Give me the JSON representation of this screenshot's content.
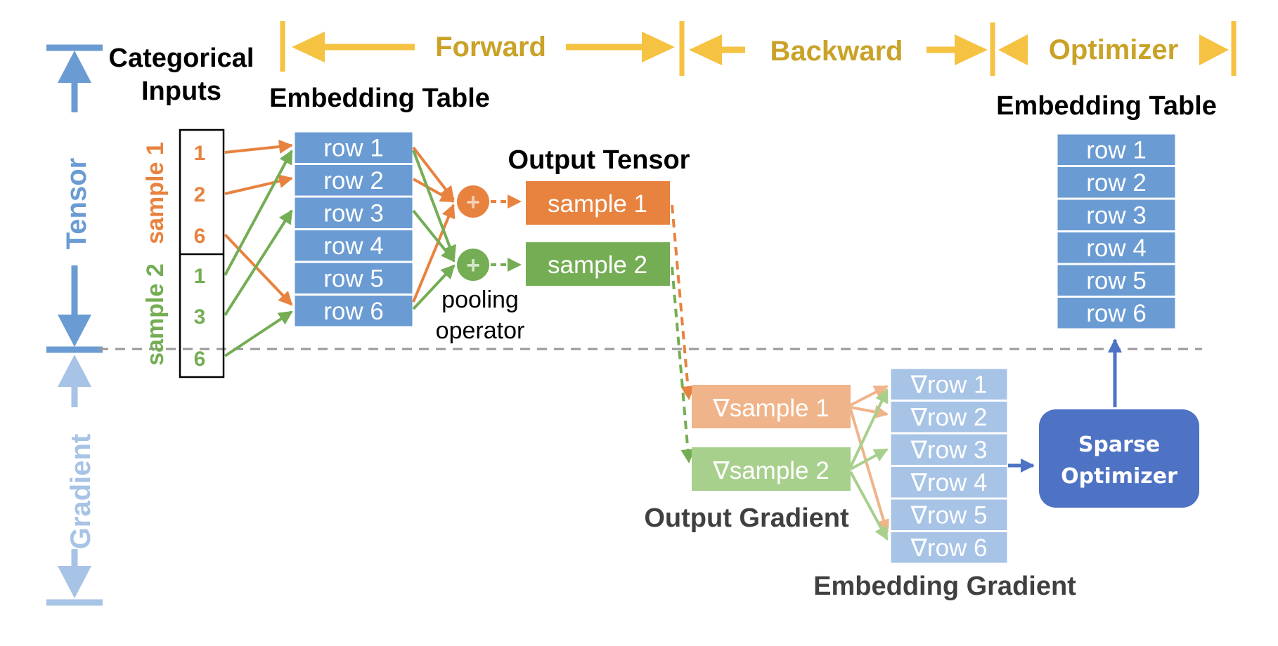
{
  "phases": {
    "forward": "Forward",
    "backward": "Backward",
    "optimizer": "Optimizer"
  },
  "axis": {
    "tensor": "Tensor",
    "gradient": "Gradient"
  },
  "inputs": {
    "title_line1": "Categorical",
    "title_line2": "Inputs",
    "sample1_label": "sample 1",
    "sample2_label": "sample 2",
    "sample1_indices": [
      "1",
      "2",
      "6"
    ],
    "sample2_indices": [
      "1",
      "3",
      "6"
    ]
  },
  "embedding_table_left": {
    "title": "Embedding Table",
    "rows": [
      "row 1",
      "row 2",
      "row 3",
      "row 4",
      "row 5",
      "row 6"
    ]
  },
  "output_tensor": {
    "title": "Output Tensor",
    "sample1": "sample 1",
    "sample2": "sample 2",
    "pooling_line1": "pooling",
    "pooling_line2": "operator",
    "plus_symbol": "+"
  },
  "output_gradient": {
    "title": "Output Gradient",
    "sample1": "∇sample 1",
    "sample2": "∇sample 2"
  },
  "embedding_gradient": {
    "title": "Embedding Gradient",
    "rows": [
      "∇row 1",
      "∇row 2",
      "∇row 3",
      "∇row 4",
      "∇row 5",
      "∇row 6"
    ]
  },
  "optimizer": {
    "line1": "Sparse",
    "line2": "Optimizer"
  },
  "embedding_table_right": {
    "title": "Embedding Table",
    "rows": [
      "row 1",
      "row 2",
      "row 3",
      "row 4",
      "row 5",
      "row 6"
    ]
  },
  "colors": {
    "gold": "#f5c242",
    "gold_text": "#c9a227",
    "blue": "#6a9bd3",
    "light_blue": "#a7c3e6",
    "orange": "#e8823f",
    "light_orange": "#f0b48a",
    "green": "#74ad54",
    "light_green": "#a8d08d",
    "dark_blue": "#4e72c4"
  }
}
